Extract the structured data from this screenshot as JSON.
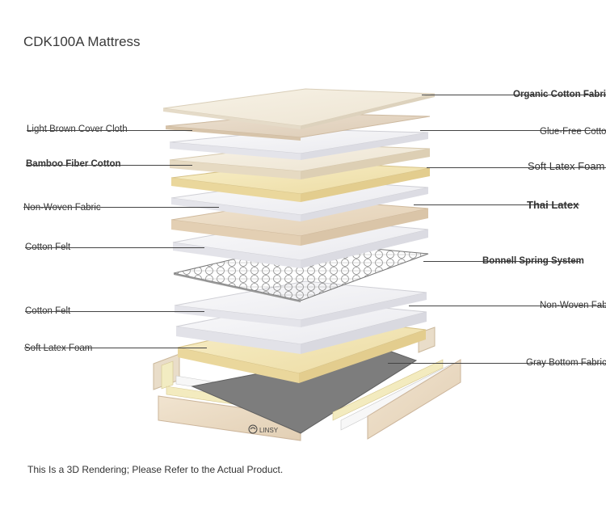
{
  "title": "CDK100A Mattress",
  "footnote": "This Is a 3D Rendering; Please Refer to the Actual Product.",
  "brand": "LINSY",
  "left_labels": [
    {
      "text": "Light Brown Cover Cloth"
    },
    {
      "text": "Bamboo Fiber Cotton"
    },
    {
      "text": "Non-Woven Fabric"
    },
    {
      "text": "Cotton Felt"
    },
    {
      "text": "Cotton Felt"
    },
    {
      "text": "Soft Latex Foam"
    }
  ],
  "right_labels": [
    {
      "text": "Organic Cotton Fabric"
    },
    {
      "text": "Glue-Free Cotton"
    },
    {
      "text": "Soft Latex Foam"
    },
    {
      "text": "Thai Latex"
    },
    {
      "text": "Bonnell Spring System"
    },
    {
      "text": "Non-Woven Fabric"
    },
    {
      "text": "Gray Bottom Fabric"
    }
  ],
  "colors": {
    "cover": "#f3ede0",
    "brown_cloth": "#e6d8c6",
    "white_layer": "#f5f5f7",
    "latex": "#f3e6b8",
    "felt": "#ecdcc6",
    "bottom": "#7d7d7d"
  }
}
